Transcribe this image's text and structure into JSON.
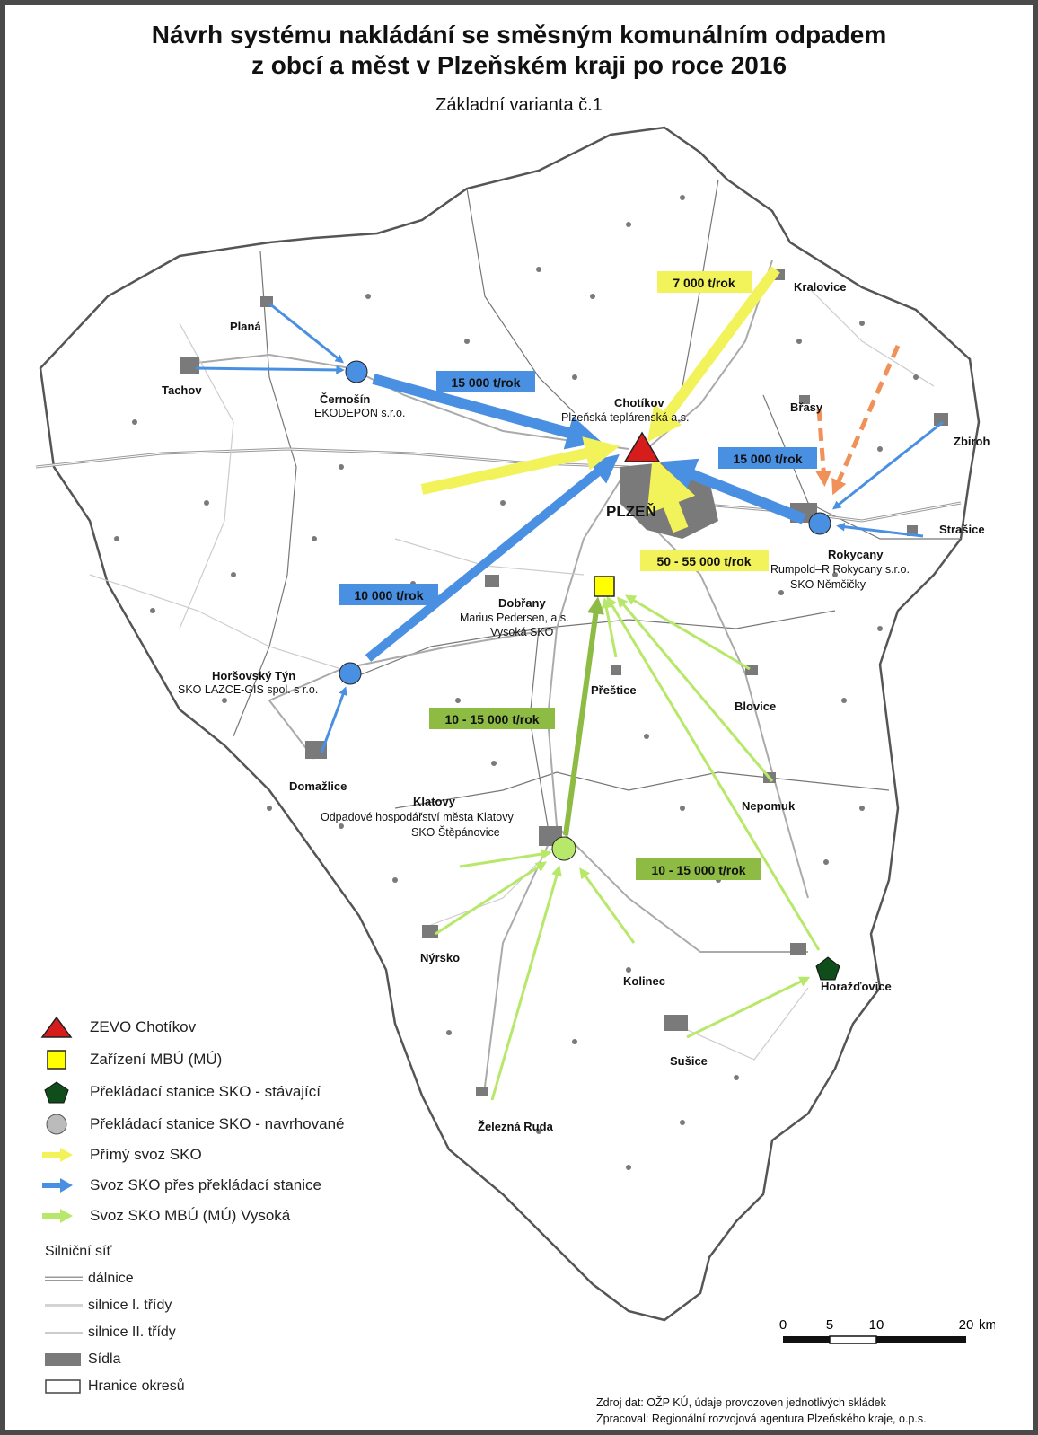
{
  "title_line1": "Návrh systému nakládání se směsným komunálním odpadem",
  "title_line2": "z obcí a měst v Plzeňském kraji po roce 2016",
  "subtitle": "Základní varianta č.1",
  "city_label": "PLZEŇ",
  "towns": {
    "plana": "Planá",
    "tachov": "Tachov",
    "cernosin": "Černošín",
    "kralovice": "Kralovice",
    "chotikov": "Chotíkov",
    "brasy": "Břasy",
    "zbiroh": "Zbiroh",
    "strasice": "Strašice",
    "rokycany": "Rokycany",
    "dobrany": "Dobřany",
    "horsovsky_tyn": "Horšovský Týn",
    "prestice": "Přeštice",
    "blovice": "Blovice",
    "domazlice": "Domažlice",
    "klatovy": "Klatovy",
    "nepomuk": "Nepomuk",
    "nyrsko": "Nýrsko",
    "kolinec": "Kolinec",
    "horazdovice": "Horažďovice",
    "susice": "Sušice",
    "zelezna_ruda": "Železná Ruda"
  },
  "facilities": {
    "cernosin": "EKODEPON s.r.o.",
    "chotikov": "Plzeňská teplárenská a.s.",
    "rokycany_1": "Rumpold–R Rokycany s.r.o.",
    "rokycany_2": "SKO Němčičky",
    "dobrany_1": "Marius Pedersen, a.s.",
    "dobrany_2": "Vysoká SKO",
    "horsovsky_tyn": "SKO LAZCE-GIS spol. s r.o.",
    "klatovy_1": "Odpadové hospodářství města Klatovy",
    "klatovy_2": "SKO Štěpánovice"
  },
  "flows": {
    "kralovice": "7 000 t/rok",
    "cernosin": "15 000 t/rok",
    "rokycany": "15 000 t/rok",
    "plzen": "50 - 55 000 t/rok",
    "horsovsky_tyn": "10 000 t/rok",
    "klatovy": "10 - 15 000 t/rok",
    "nepomuk_region": "10 - 15 000 t/rok"
  },
  "legend": {
    "zevo": "ZEVO Chotíkov",
    "mbu": "Zařízení MBÚ (MÚ)",
    "station_existing": "Překládací stanice SKO - stávající",
    "station_proposed": "Překládací stanice SKO - navrhované",
    "direct": "Přímý svoz SKO",
    "via_station": "Svoz SKO přes překládací stanice",
    "mbu_flow": "Svoz SKO MBÚ (MÚ) Vysoká"
  },
  "roads": {
    "title": "Silniční síť",
    "motorway": "dálnice",
    "class1": "silnice I. třídy",
    "class2": "silnice II. třídy",
    "settlements": "Sídla",
    "districts": "Hranice okresů"
  },
  "scale": {
    "t0": "0",
    "t5": "5",
    "t10": "10",
    "t20": "20",
    "unit": "km"
  },
  "source_line1": "Zdroj dat: OŽP KÚ, údaje provozoven jednotlivých skládek",
  "source_line2": "Zpracoval: Regionální rozvojová agentura Plzeňského kraje, o.p.s.",
  "colors": {
    "direct_yellow": "#f2f25a",
    "station_blue": "#4a90e2",
    "mbu_green": "#b8e86a",
    "mbu_dark": "#8dbb44",
    "dash_orange": "#f0915a",
    "zevo_red": "#d71c1c",
    "station_green": "#0f4d1a"
  }
}
